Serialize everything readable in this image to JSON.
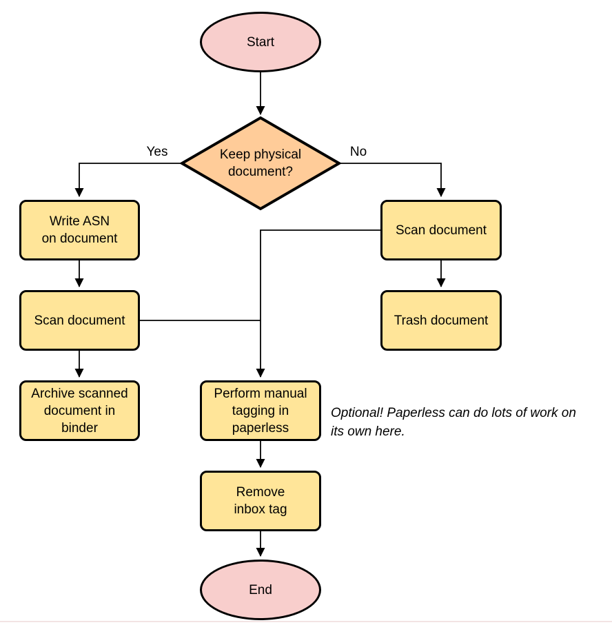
{
  "colors": {
    "terminal_fill": "#F8CECC",
    "decision_fill": "#FFCC99",
    "process_fill": "#FFE599",
    "stroke": "#000000",
    "bottom_rule": "#F3E4E4"
  },
  "nodes": {
    "start": {
      "label": "Start",
      "type": "terminal"
    },
    "decision": {
      "label": "Keep physical\ndocument?",
      "type": "decision"
    },
    "write_asn": {
      "label": "Write ASN\non document",
      "type": "process"
    },
    "scan_left": {
      "label": "Scan document",
      "type": "process"
    },
    "archive": {
      "label": "Archive scanned\ndocument in\nbinder",
      "type": "process"
    },
    "scan_right": {
      "label": "Scan document",
      "type": "process"
    },
    "trash": {
      "label": "Trash document",
      "type": "process"
    },
    "tagging": {
      "label": "Perform manual\ntagging in\npaperless",
      "type": "process"
    },
    "remove_inbox": {
      "label": "Remove\ninbox tag",
      "type": "process"
    },
    "end": {
      "label": "End",
      "type": "terminal"
    }
  },
  "edge_labels": {
    "yes": "Yes",
    "no": "No"
  },
  "note": {
    "text": "Optional! Paperless can do lots of work on\nits own here."
  }
}
